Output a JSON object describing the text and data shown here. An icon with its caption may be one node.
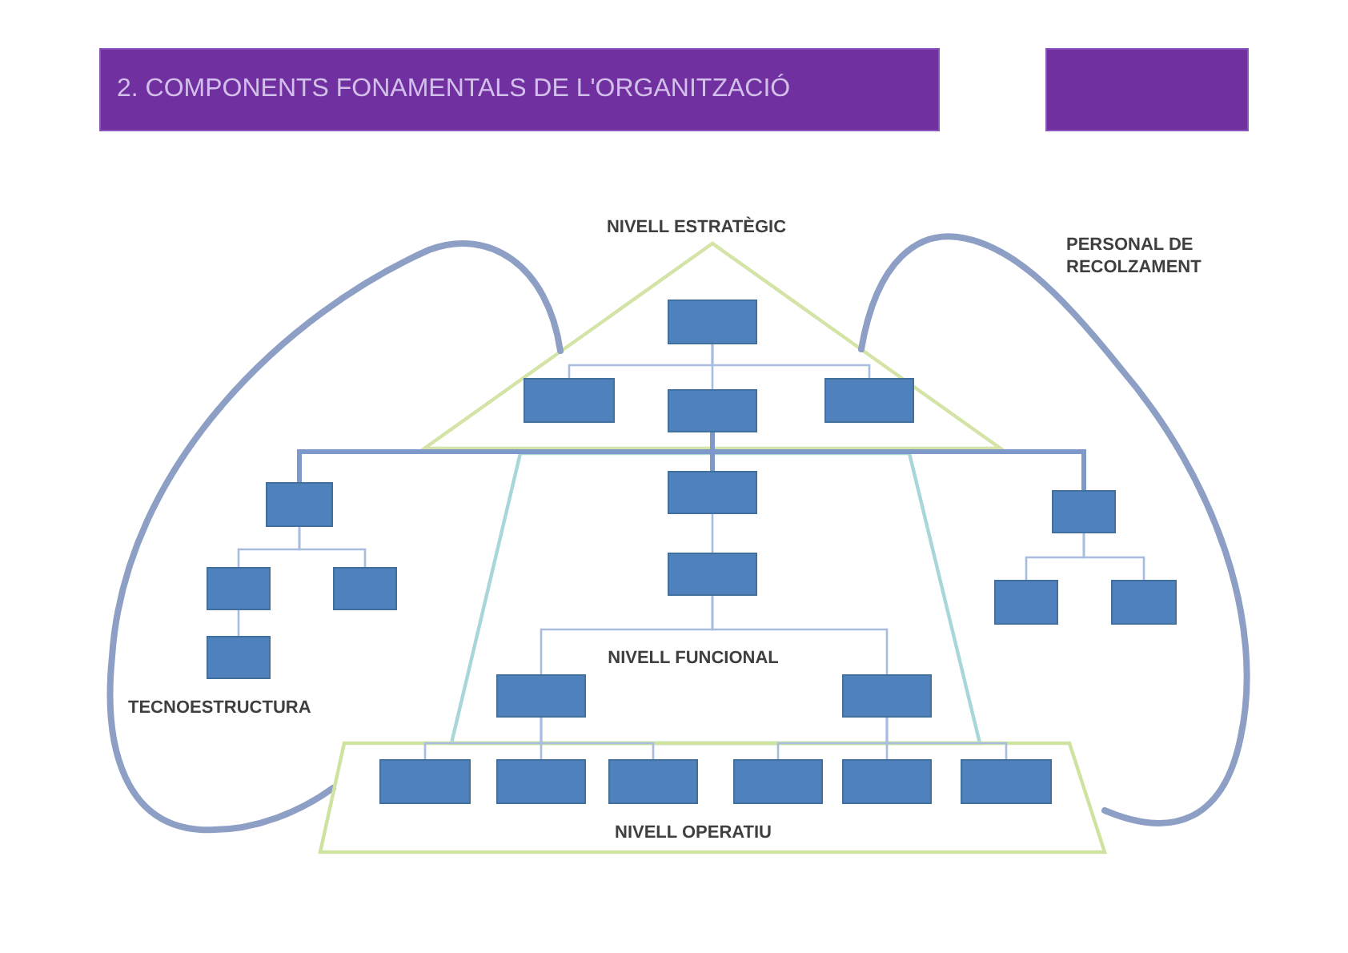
{
  "diagram": {
    "title": "2. COMPONENTS FONAMENTALS DE L'ORGANITZACIÓ",
    "nodes": [
      {
        "text": [
          "NIVELL ESTRATÈGIC"
        ]
      },
      {
        "text": [],
        "shape": "box",
        "in": 0
      },
      {
        "text": [],
        "shape": "box",
        "in": 0
      },
      {
        "text": [],
        "shape": "box",
        "in": 0
      },
      {
        "text": [],
        "shape": "box",
        "in": 0
      },
      {
        "text": [
          "TECNOESTRUCTURA"
        ]
      },
      {
        "text": [],
        "shape": "box",
        "in": 5
      },
      {
        "text": [],
        "shape": "box",
        "in": 5
      },
      {
        "text": [],
        "shape": "box",
        "in": 5
      },
      {
        "text": [],
        "shape": "box",
        "in": 5
      },
      {
        "text": [
          "NIVELL FUNCIONAL"
        ]
      },
      {
        "text": [],
        "shape": "box",
        "in": 10
      },
      {
        "text": [],
        "shape": "box",
        "in": 10
      },
      {
        "text": [],
        "shape": "box",
        "in": 10
      },
      {
        "text": [],
        "shape": "box",
        "in": 10
      },
      {
        "text": [
          "PERSONAL DE RECOLZAMENT"
        ]
      },
      {
        "text": [],
        "shape": "box",
        "in": 15
      },
      {
        "text": [],
        "shape": "box",
        "in": 15
      },
      {
        "text": [],
        "shape": "box",
        "in": 15
      },
      {
        "text": [
          "NIVELL OPERATIU"
        ]
      },
      {
        "text": [],
        "shape": "box"
      },
      {
        "text": [],
        "shape": "box",
        "in": 19
      },
      {
        "text": [],
        "shape": "box",
        "in": 19
      },
      {
        "text": [],
        "shape": "box",
        "in": 19
      },
      {
        "text": [],
        "shape": "box",
        "in": 19
      },
      {
        "text": [],
        "shape": "box"
      }
    ],
    "edges": [
      {
        "from": 1,
        "to": 2,
        "arrow": "none"
      },
      {
        "from": 1,
        "to": 3,
        "arrow": "none"
      },
      {
        "from": 1,
        "to": 4,
        "arrow": "none"
      },
      {
        "from": 3,
        "to": 6,
        "arrow": "none",
        "style": "thick"
      },
      {
        "from": 3,
        "to": 11,
        "arrow": "none",
        "style": "thick"
      },
      {
        "from": 3,
        "to": 16,
        "arrow": "none",
        "style": "thick"
      },
      {
        "from": 6,
        "to": 7,
        "arrow": "none"
      },
      {
        "from": 6,
        "to": 8,
        "arrow": "none"
      },
      {
        "from": 7,
        "to": 9,
        "arrow": "none"
      },
      {
        "from": 11,
        "to": 12,
        "arrow": "none"
      },
      {
        "from": 12,
        "to": 13,
        "arrow": "none"
      },
      {
        "from": 12,
        "to": 14,
        "arrow": "none"
      },
      {
        "from": 13,
        "to": 20,
        "arrow": "none"
      },
      {
        "from": 13,
        "to": 21,
        "arrow": "none"
      },
      {
        "from": 13,
        "to": 22,
        "arrow": "none"
      },
      {
        "from": 14,
        "to": 23,
        "arrow": "none"
      },
      {
        "from": 14,
        "to": 24,
        "arrow": "none"
      },
      {
        "from": 14,
        "to": 25,
        "arrow": "none"
      },
      {
        "from": 16,
        "to": 17,
        "arrow": "none"
      },
      {
        "from": 16,
        "to": 18,
        "arrow": "none"
      }
    ]
  }
}
